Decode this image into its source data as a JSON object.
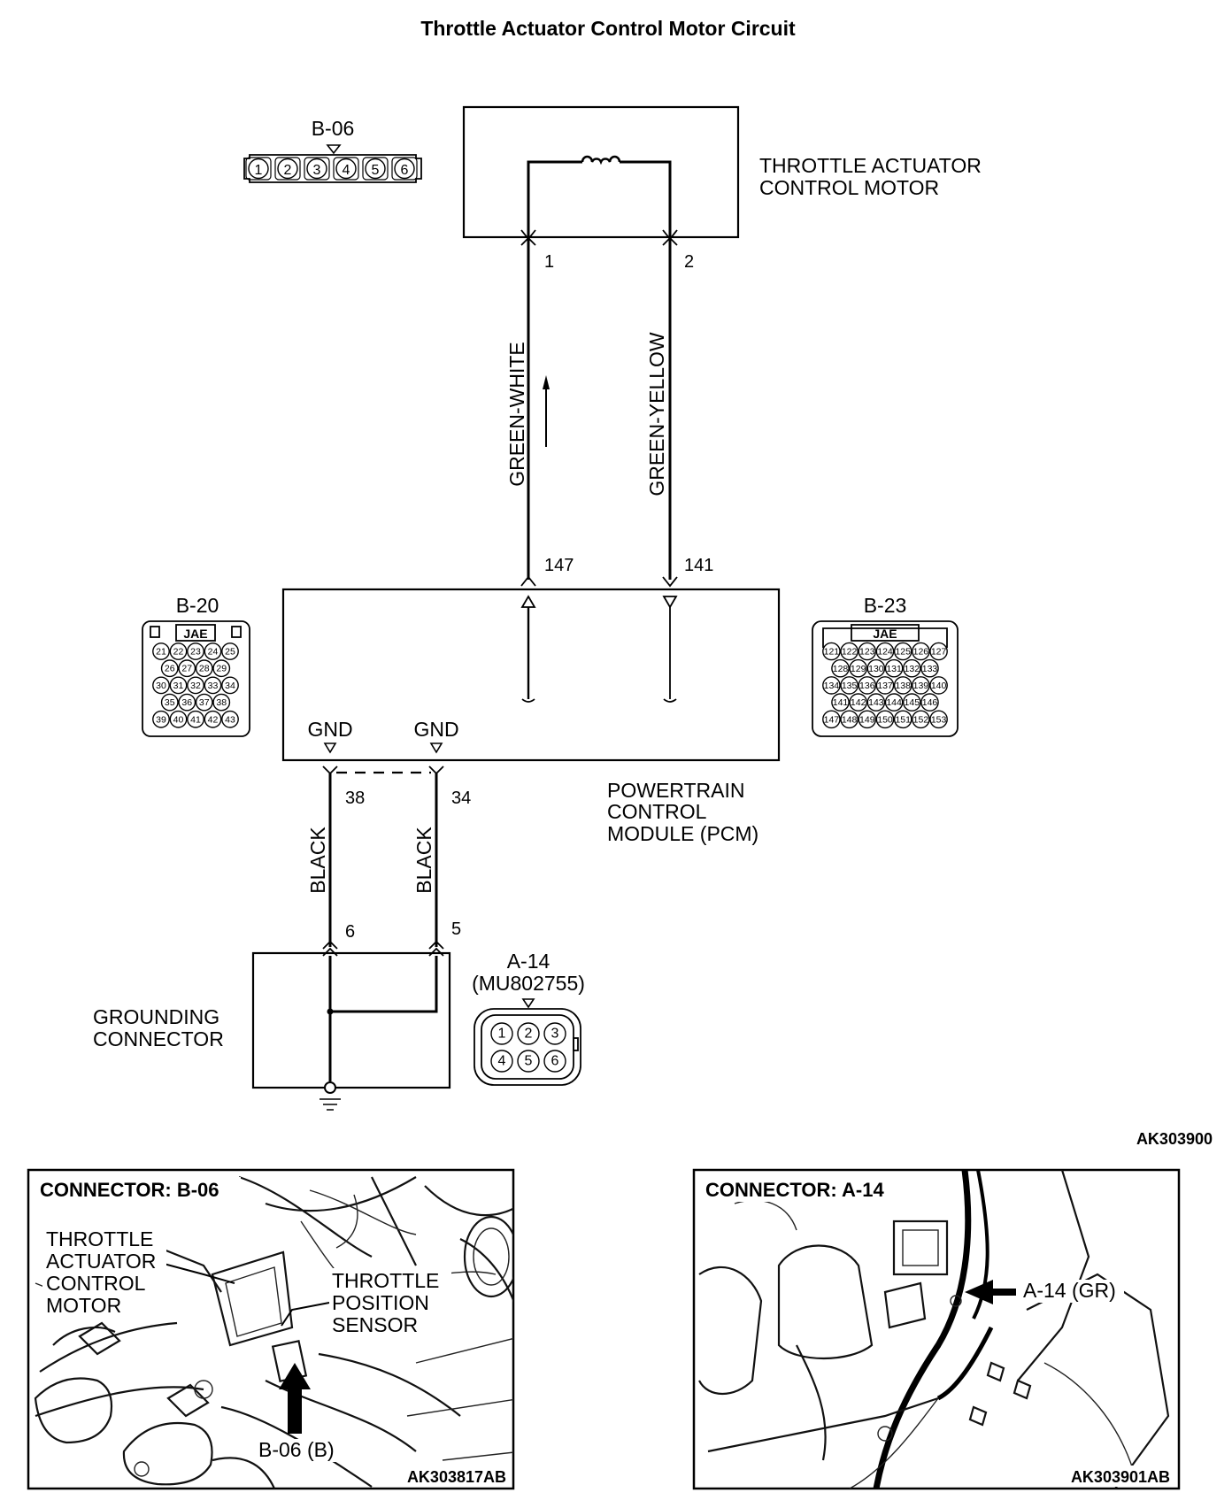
{
  "title": "Throttle Actuator Control Motor Circuit",
  "components": {
    "motor": {
      "label_line1": "THROTTLE ACTUATOR",
      "label_line2": "CONTROL MOTOR",
      "pin_left": "1",
      "pin_right": "2"
    },
    "pcm": {
      "label_line1": "POWERTRAIN",
      "label_line2": "CONTROL",
      "label_line3": "MODULE (PCM)",
      "pin_147": "147",
      "pin_141": "141",
      "gnd_left": "GND",
      "gnd_right": "GND",
      "pin_38": "38",
      "pin_34": "34"
    },
    "grounding": {
      "label_line1": "GROUNDING",
      "label_line2": "CONNECTOR",
      "pin_6": "6",
      "pin_5": "5"
    }
  },
  "wires": {
    "green_white": "GREEN-WHITE",
    "green_yellow": "GREEN-YELLOW",
    "black_left": "BLACK",
    "black_right": "BLACK"
  },
  "connectors": {
    "b06": {
      "name": "B-06",
      "pins": [
        "1",
        "2",
        "3",
        "4",
        "5",
        "6"
      ]
    },
    "b20": {
      "name": "B-20",
      "brand": "JAE",
      "rows": [
        [
          "21",
          "22",
          "23",
          "24",
          "25"
        ],
        [
          "26",
          "27",
          "28",
          "29"
        ],
        [
          "30",
          "31",
          "32",
          "33",
          "34"
        ],
        [
          "35",
          "36",
          "37",
          "38"
        ],
        [
          "39",
          "40",
          "41",
          "42",
          "43"
        ]
      ]
    },
    "b23": {
      "name": "B-23",
      "brand": "JAE",
      "rows": [
        [
          "121",
          "122",
          "123",
          "124",
          "125",
          "126",
          "127"
        ],
        [
          "128",
          "129",
          "130",
          "131",
          "132",
          "133"
        ],
        [
          "134",
          "135",
          "136",
          "137",
          "138",
          "139",
          "140"
        ],
        [
          "141",
          "142",
          "143",
          "144",
          "145",
          "146"
        ],
        [
          "147",
          "148",
          "149",
          "150",
          "151",
          "152",
          "153"
        ]
      ]
    },
    "a14": {
      "name": "A-14",
      "part": "(MU802755)",
      "pins": [
        "1",
        "2",
        "3",
        "4",
        "5",
        "6"
      ]
    }
  },
  "diagram_code": "AK303900",
  "photos": {
    "left": {
      "title": "CONNECTOR: B-06",
      "callout1_line1": "THROTTLE",
      "callout1_line2": "ACTUATOR",
      "callout1_line3": "CONTROL",
      "callout1_line4": "MOTOR",
      "callout2_line1": "THROTTLE",
      "callout2_line2": "POSITION",
      "callout2_line3": "SENSOR",
      "arrow_label": "B-06 (B)",
      "code": "AK303817AB"
    },
    "right": {
      "title": "CONNECTOR: A-14",
      "arrow_label": "A-14 (GR)",
      "code": "AK303901AB"
    }
  }
}
